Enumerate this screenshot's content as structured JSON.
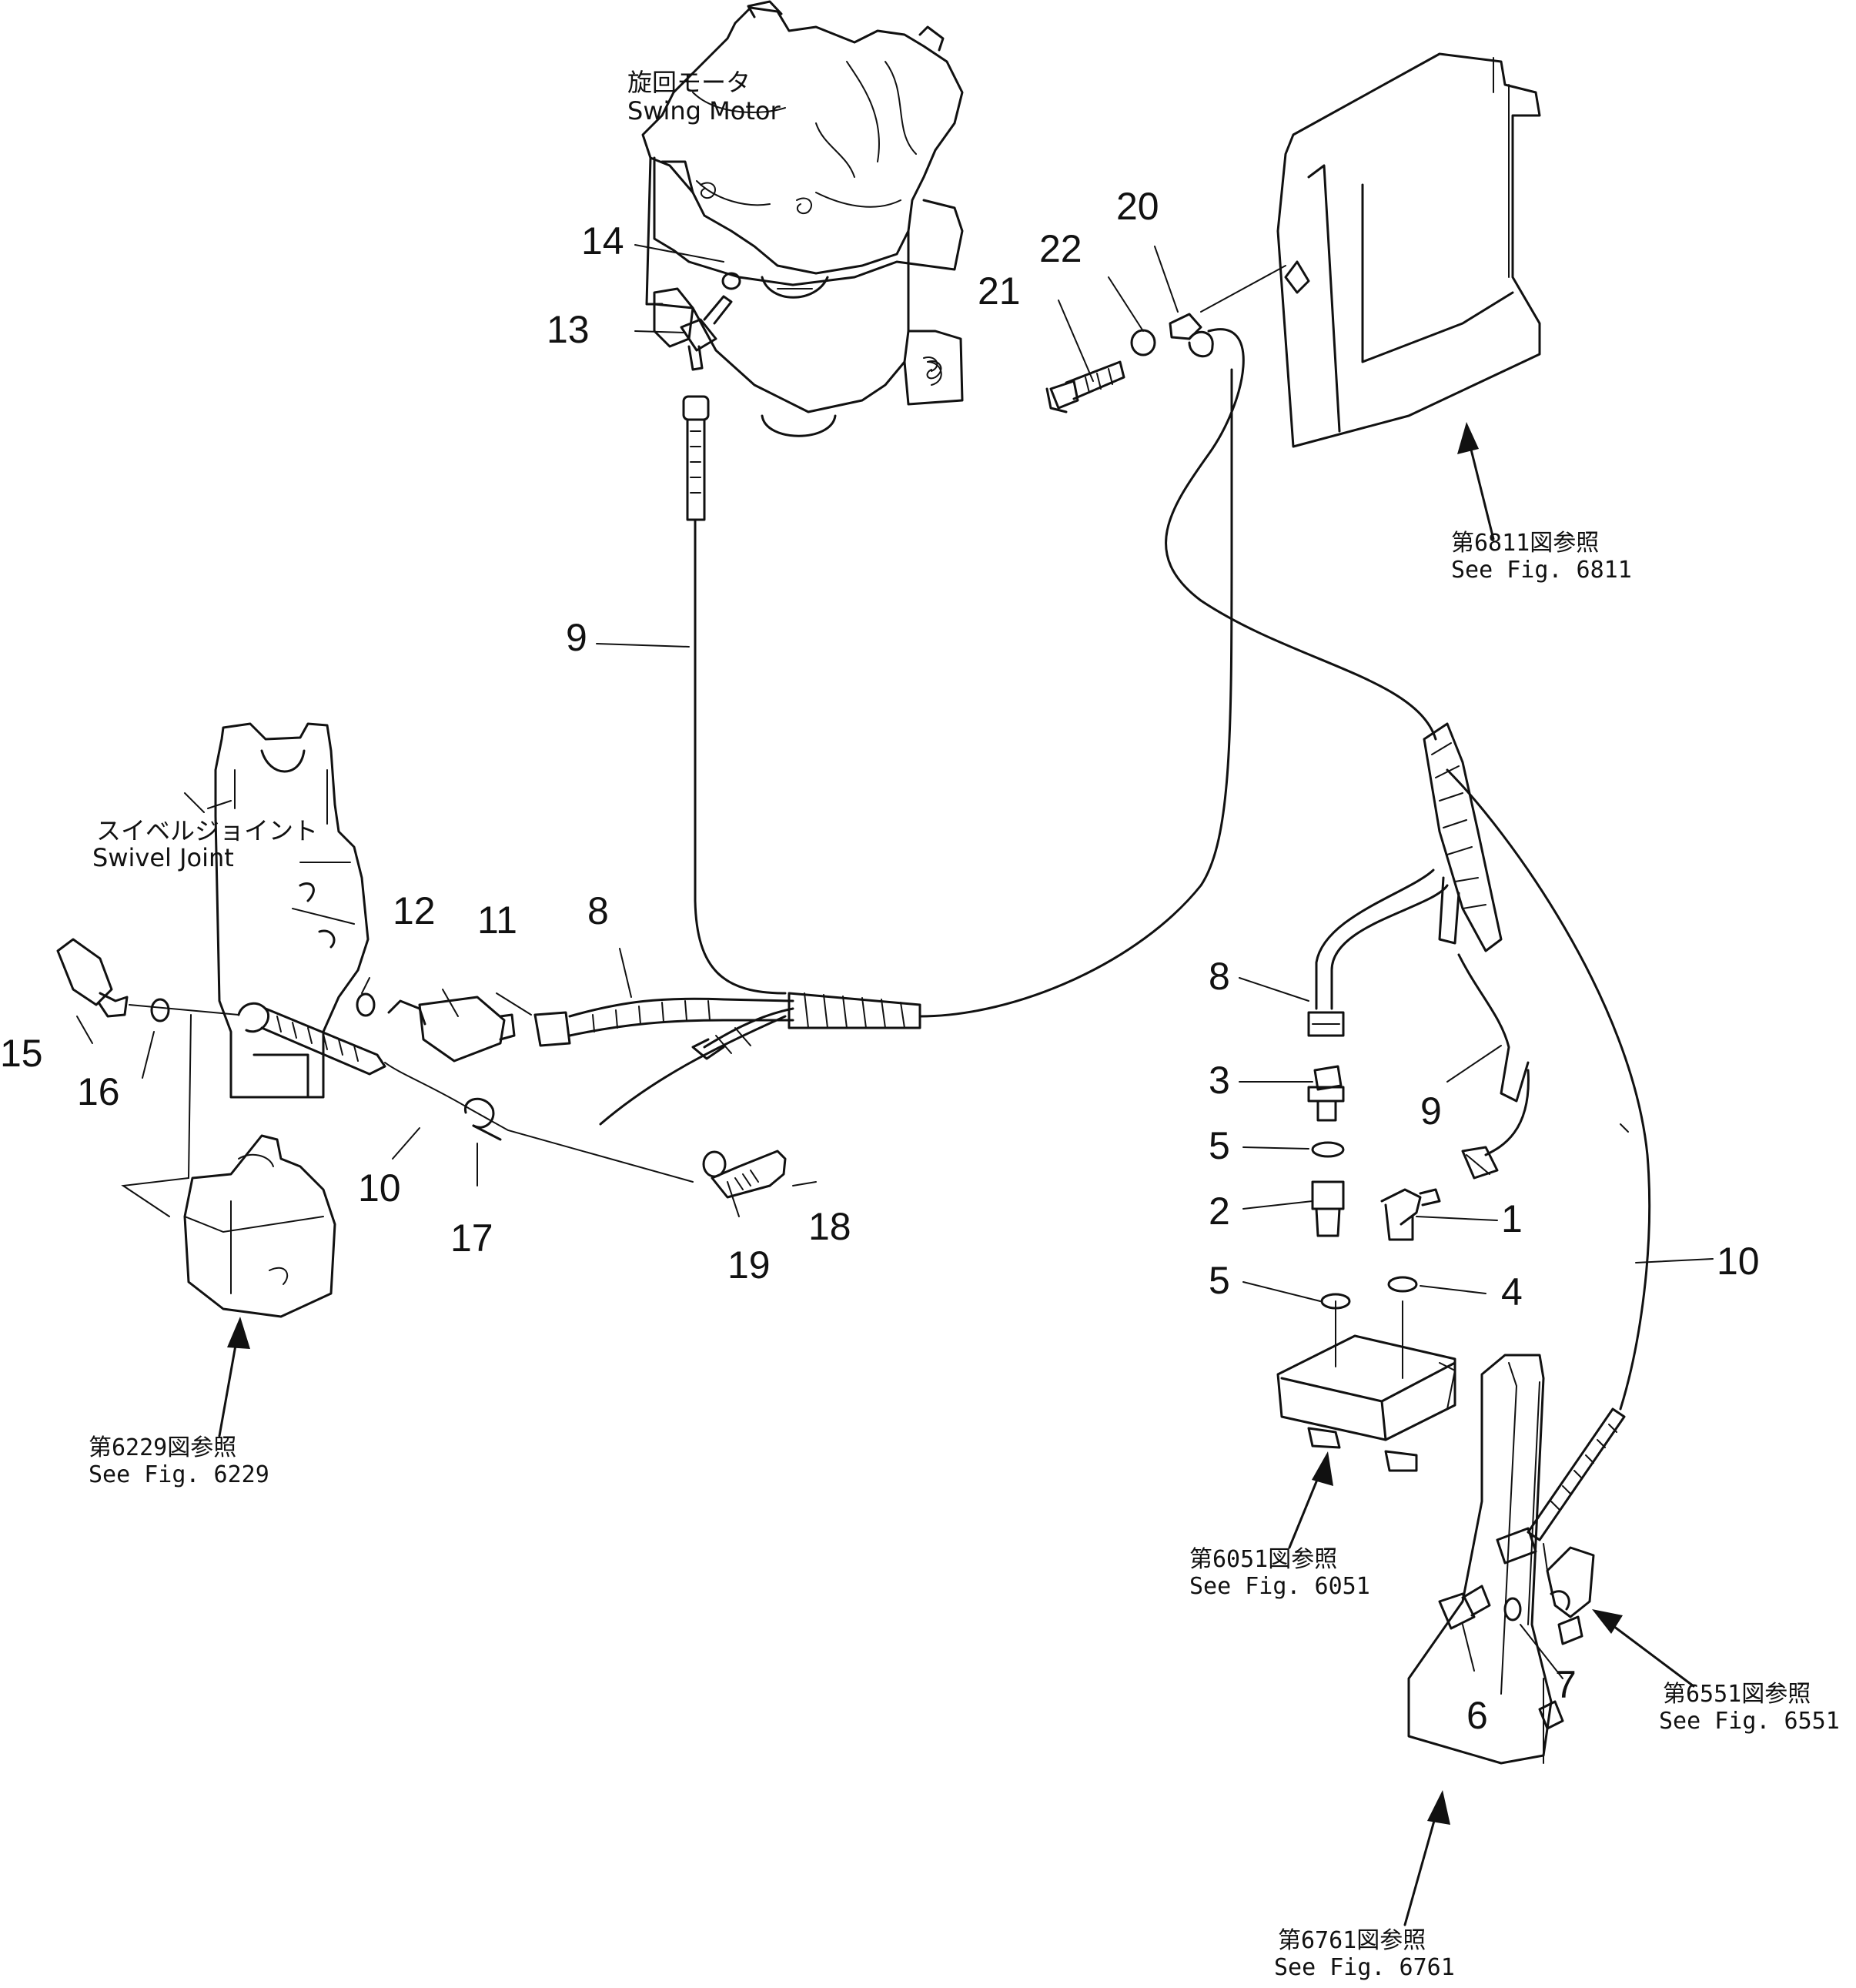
{
  "components": {
    "swing_motor": {
      "jp": "旋回モータ",
      "en": "Swing Motor"
    },
    "swivel_joint": {
      "jp": "スイベルジョイント",
      "en": "Swivel Joint"
    }
  },
  "references": {
    "fig6811": {
      "jp": "第6811図参照",
      "en": "See Fig. 6811"
    },
    "fig6229": {
      "jp": "第6229図参照",
      "en": "See Fig. 6229"
    },
    "fig6051": {
      "jp": "第6051図参照",
      "en": "See Fig. 6051"
    },
    "fig6551": {
      "jp": "第6551図参照",
      "en": "See Fig. 6551"
    },
    "fig6761": {
      "jp": "第6761図参照",
      "en": "See Fig. 6761"
    }
  },
  "part_numbers": {
    "p1": "1",
    "p2": "2",
    "p3": "3",
    "p4": "4",
    "p5a": "5",
    "p5b": "5",
    "p6": "6",
    "p7": "7",
    "p8a": "8",
    "p8b": "8",
    "p9a": "9",
    "p9b": "9",
    "p10a": "10",
    "p10b": "10",
    "p11": "11",
    "p12": "12",
    "p13": "13",
    "p14": "14",
    "p15": "15",
    "p16": "16",
    "p17": "17",
    "p18": "18",
    "p19": "19",
    "p20": "20",
    "p21": "21",
    "p22": "22"
  }
}
